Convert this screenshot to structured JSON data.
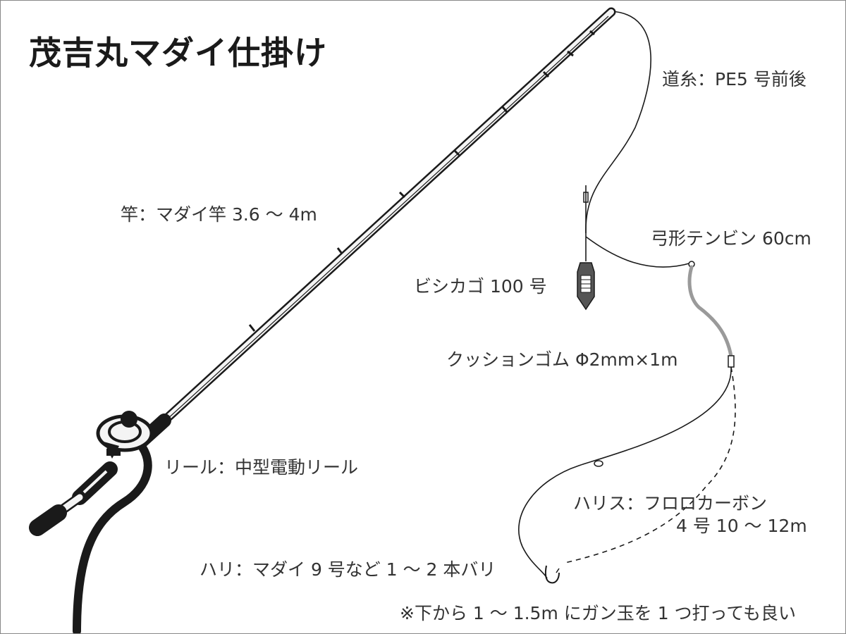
{
  "title": "茂吉丸マダイ仕掛け",
  "labels": {
    "main_line": "道糸：PE5 号前後",
    "rod": "竿：マダイ竿 3.6 ～ 4m",
    "tenbin": "弓形テンビン 60cm",
    "kago": "ビシカゴ 100 号",
    "cushion": "クッションゴム Φ2mm×1m",
    "reel": "リール：中型電動リール",
    "harisu_line1": "ハリス：フロロカーボン",
    "harisu_line2": "4 号 10 ～ 12m",
    "hook": "ハリ：マダイ 9 号など 1 ～ 2 本バリ",
    "note": "※下から 1 ～ 1.5m にガン玉を 1 つ打っても良い"
  },
  "colors": {
    "ink": "#1a1a1a",
    "rod_body": "#f4f4f4",
    "cushion": "#9a9a9a",
    "sinker": "#555555"
  }
}
